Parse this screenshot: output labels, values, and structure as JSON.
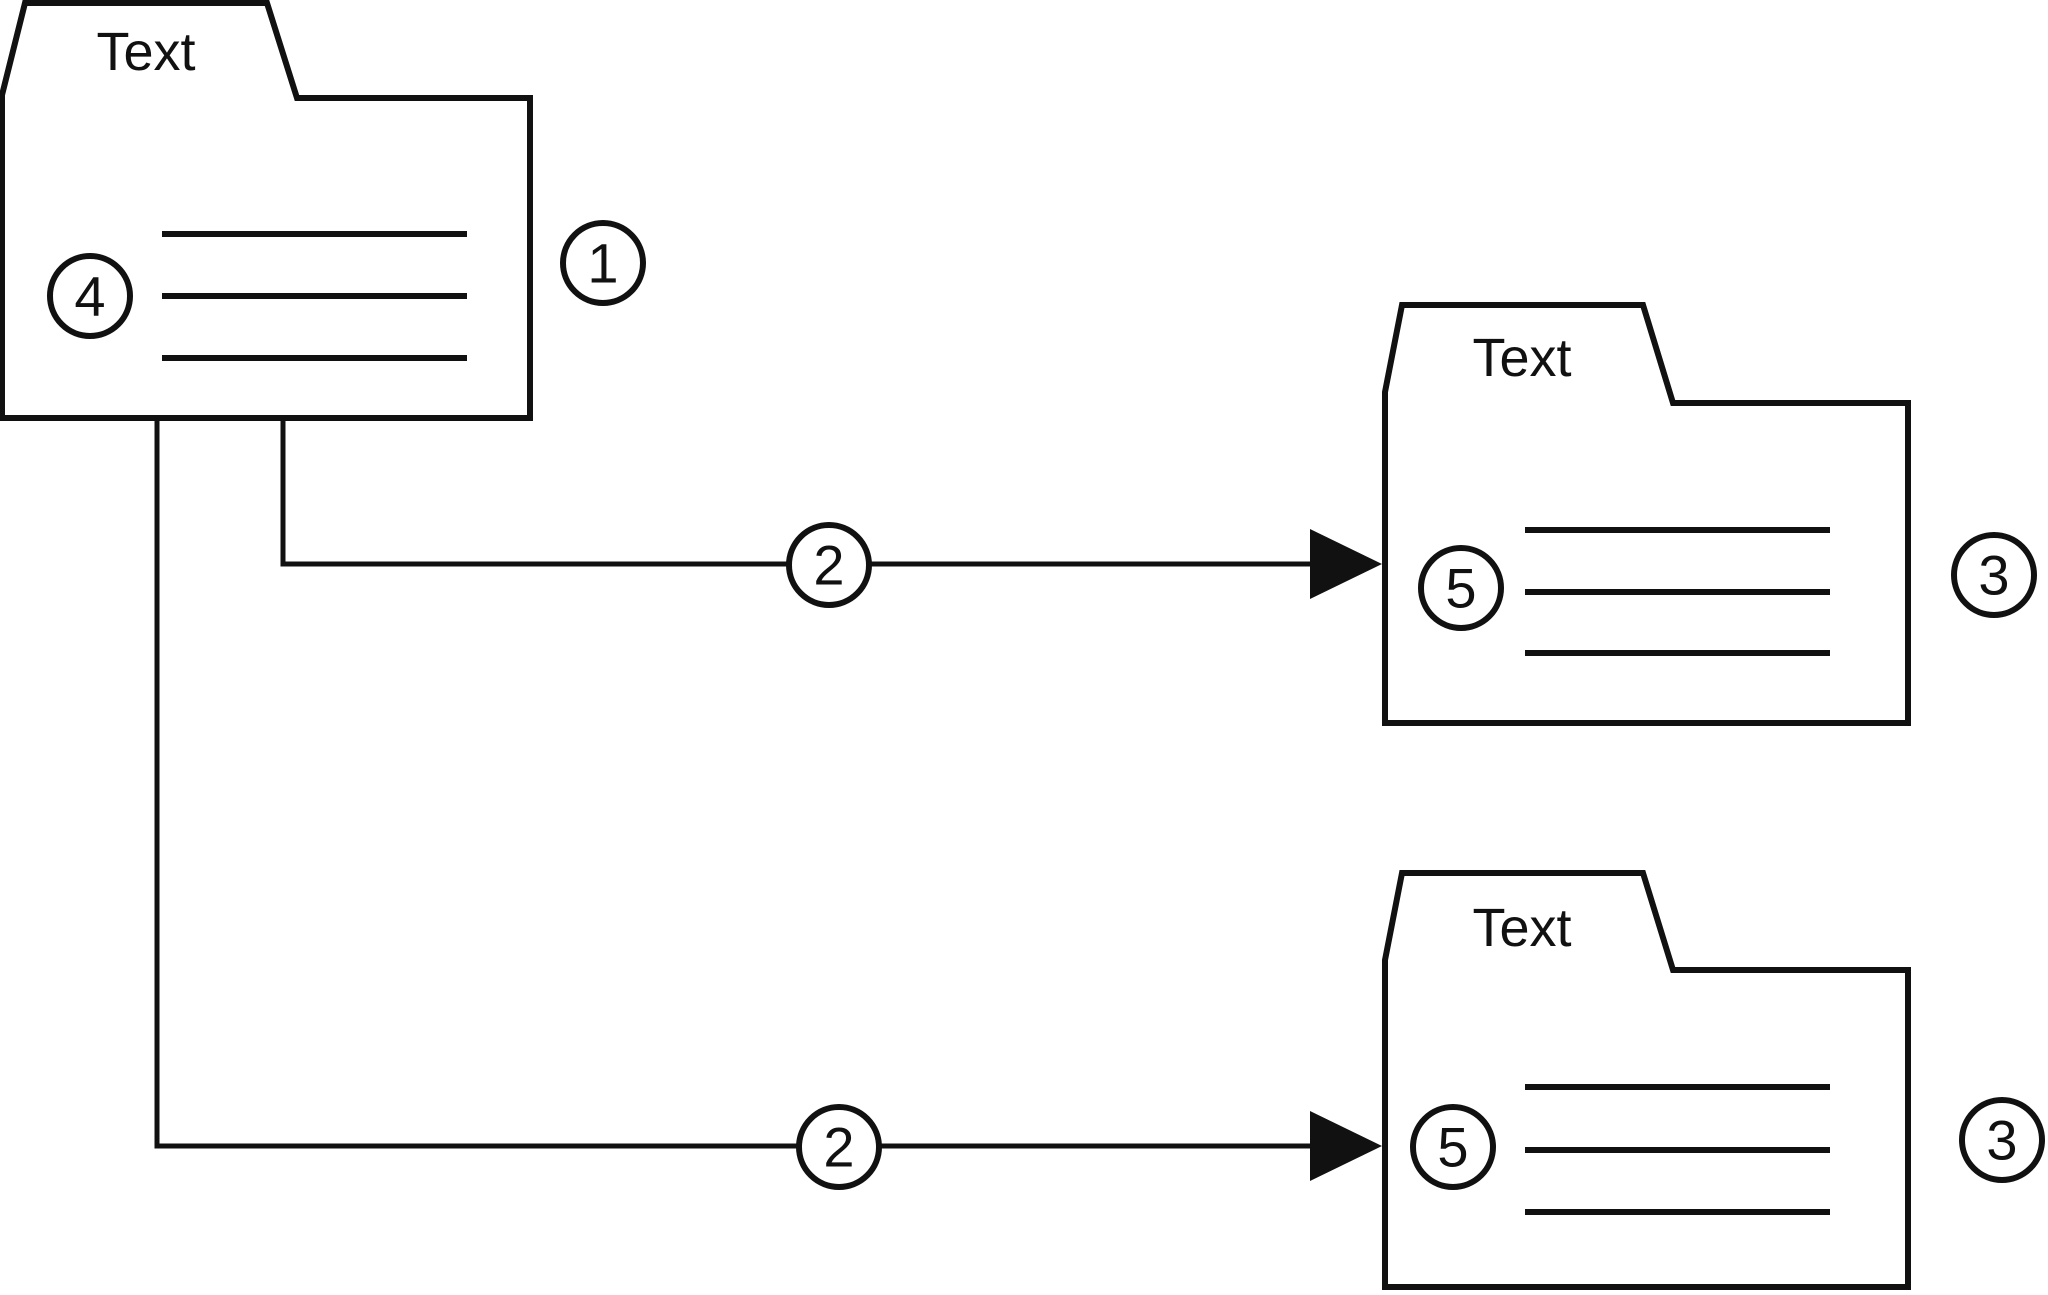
{
  "canvas": {
    "background": "#ffffff",
    "line_color": "#111111"
  },
  "folders": {
    "source": {
      "label": "Text",
      "inner_badge": "4",
      "outer_badge": "1"
    },
    "target_top": {
      "label": "Text",
      "inner_badge": "5",
      "outer_badge": "3"
    },
    "target_bottom": {
      "label": "Text",
      "inner_badge": "5",
      "outer_badge": "3"
    }
  },
  "connectors": {
    "top": {
      "badge": "2"
    },
    "bottom": {
      "badge": "2"
    }
  }
}
